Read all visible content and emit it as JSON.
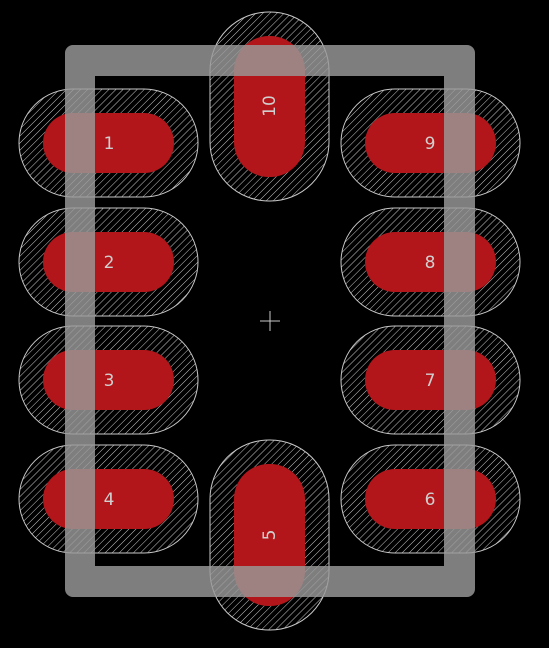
{
  "colors": {
    "background": "#000000",
    "copper": "#b3161a",
    "outline": "#9a9a9a",
    "hatch": "#c8c8c8",
    "label": "#d0d0d0"
  },
  "pads": [
    {
      "label": "1",
      "orientation": "horizontal"
    },
    {
      "label": "2",
      "orientation": "horizontal"
    },
    {
      "label": "3",
      "orientation": "horizontal"
    },
    {
      "label": "4",
      "orientation": "horizontal"
    },
    {
      "label": "5",
      "orientation": "vertical"
    },
    {
      "label": "6",
      "orientation": "horizontal"
    },
    {
      "label": "7",
      "orientation": "horizontal"
    },
    {
      "label": "8",
      "orientation": "horizontal"
    },
    {
      "label": "9",
      "orientation": "horizontal"
    },
    {
      "label": "10",
      "orientation": "vertical"
    }
  ],
  "origin_marker": "crosshair-icon"
}
